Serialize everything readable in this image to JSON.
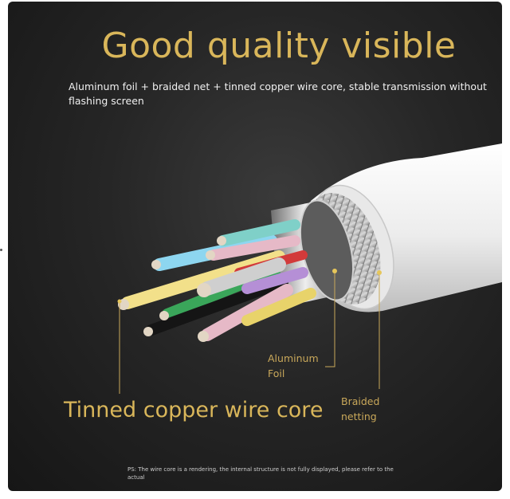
{
  "headline": "Good quality visible",
  "subtitle": "Aluminum foil + braided net + tinned copper wire core, stable transmission without flashing screen",
  "labels": {
    "core": "Tinned copper wire core",
    "foil": "Aluminum Foil",
    "braid": "Braided netting"
  },
  "footnote": "PS: The wire core is a rendering, the internal structure is not fully displayed, please refer to the actual",
  "colors": {
    "background": "#1e1e1e",
    "accent_gold": "#d9b65a",
    "jacket": "#f2f2f2",
    "wire_colors": [
      "#e6b9c7",
      "#8dd6f0",
      "#f2e08a",
      "#3aa65a",
      "#d23a3a",
      "#b58fd6",
      "#7fd0c8",
      "#e8d36a",
      "#151515",
      "#cfcfcf"
    ]
  }
}
